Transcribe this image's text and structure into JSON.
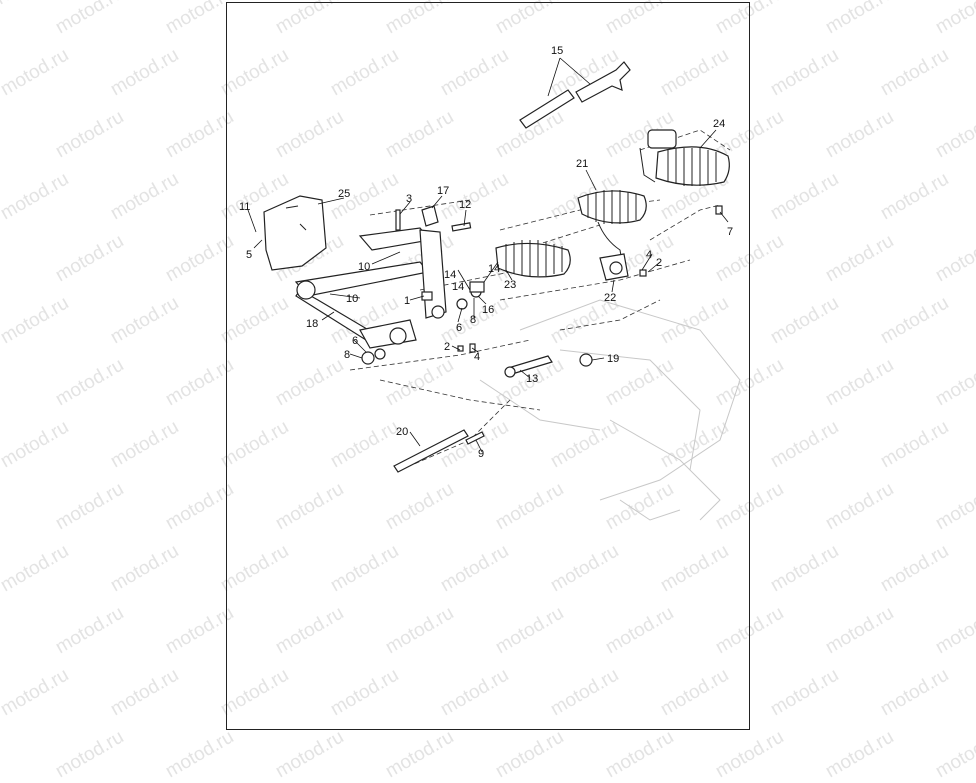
{
  "watermark": {
    "text": "motod.ru"
  },
  "callouts": [
    {
      "id": "c1",
      "text": "1"
    },
    {
      "id": "c2a",
      "text": "2"
    },
    {
      "id": "c2b",
      "text": "2"
    },
    {
      "id": "c3",
      "text": "3"
    },
    {
      "id": "c4a",
      "text": "4"
    },
    {
      "id": "c4b",
      "text": "4"
    },
    {
      "id": "c5",
      "text": "5"
    },
    {
      "id": "c6a",
      "text": "6"
    },
    {
      "id": "c6b",
      "text": "6"
    },
    {
      "id": "c7",
      "text": "7"
    },
    {
      "id": "c8a",
      "text": "8"
    },
    {
      "id": "c8b",
      "text": "8"
    },
    {
      "id": "c9",
      "text": "9"
    },
    {
      "id": "c10a",
      "text": "10"
    },
    {
      "id": "c10b",
      "text": "10"
    },
    {
      "id": "c11",
      "text": "11"
    },
    {
      "id": "c12",
      "text": "12"
    },
    {
      "id": "c13",
      "text": "13"
    },
    {
      "id": "c14a",
      "text": "14"
    },
    {
      "id": "c14b",
      "text": "14"
    },
    {
      "id": "c14c",
      "text": "14"
    },
    {
      "id": "c15",
      "text": "15"
    },
    {
      "id": "c16",
      "text": "16"
    },
    {
      "id": "c17",
      "text": "17"
    },
    {
      "id": "c18",
      "text": "18"
    },
    {
      "id": "c19",
      "text": "19"
    },
    {
      "id": "c20",
      "text": "20"
    },
    {
      "id": "c21",
      "text": "21"
    },
    {
      "id": "c22",
      "text": "22"
    },
    {
      "id": "c23",
      "text": "23"
    },
    {
      "id": "c24",
      "text": "24"
    },
    {
      "id": "c25",
      "text": "25"
    }
  ]
}
